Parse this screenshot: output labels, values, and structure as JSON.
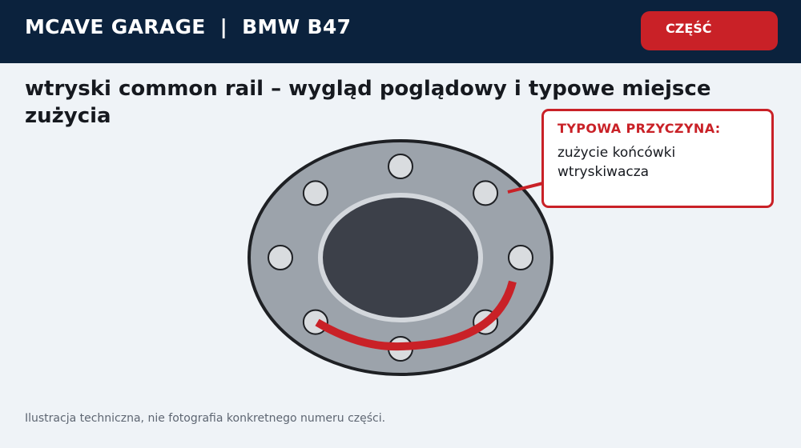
{
  "header": {
    "brand": "MCAVE GARAGE  |  BMW B47",
    "part_button": "CZĘŚĆ"
  },
  "title": "wtryski common rail – wygląd poglądowy i typowe miejsce zużycia",
  "diagram": {
    "bolt_count": 8,
    "colors": {
      "flange": "#9ca3ab",
      "outline": "#1e2024",
      "bore": "#3c4049",
      "bore_ring": "#d3d7dc",
      "bolt": "#d9dcdf",
      "wear": "#c92127"
    },
    "callout": {
      "title": "TYPOWA PRZYCZYNA:",
      "text": "zużycie końcówki wtryskiwacza"
    }
  },
  "footnote": "Ilustracja techniczna, nie fotografia konkretnego numeru części."
}
